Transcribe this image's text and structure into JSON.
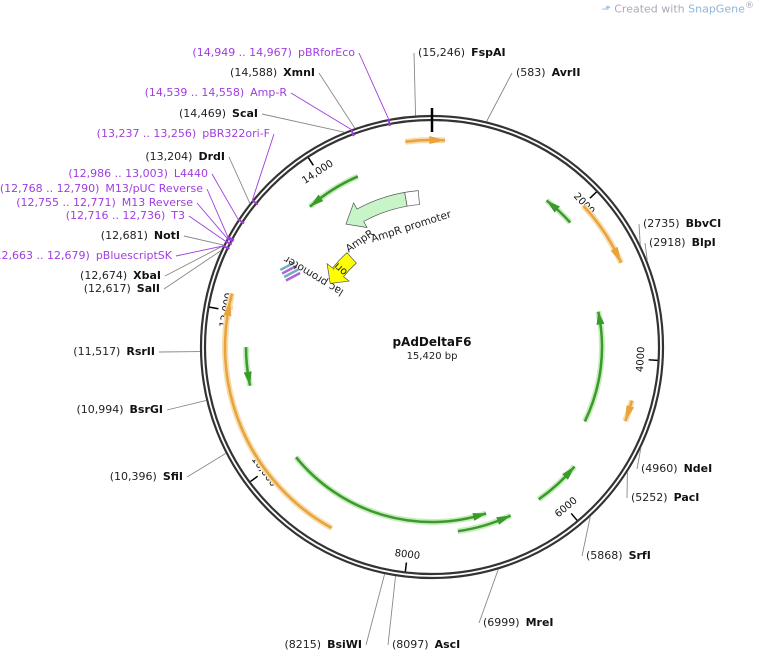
{
  "credit": {
    "prefix": "Created with ",
    "brand": "SnapGene",
    "mark": "®"
  },
  "plasmid": {
    "name": "pAdDeltaF6",
    "size_label": "15,420 bp",
    "length": 15420
  },
  "ticks": [
    "2000",
    "4000",
    "6000",
    "8000",
    "10,000",
    "12,000",
    "14,000"
  ],
  "tick_positions": [
    2000,
    4000,
    6000,
    8000,
    10000,
    12000,
    14000
  ],
  "enzymes": [
    {
      "name": "FspAI",
      "pos_label": "(15,246)",
      "bp": 15246
    },
    {
      "name": "AvrII",
      "pos_label": "(583)",
      "bp": 583
    },
    {
      "name": "BbvCI",
      "pos_label": "(2735)",
      "bp": 2735
    },
    {
      "name": "BlpI",
      "pos_label": "(2918)",
      "bp": 2918
    },
    {
      "name": "NdeI",
      "pos_label": "(4960)",
      "bp": 4960
    },
    {
      "name": "PacI",
      "pos_label": "(5252)",
      "bp": 5252
    },
    {
      "name": "SrfI",
      "pos_label": "(5868)",
      "bp": 5868
    },
    {
      "name": "MreI",
      "pos_label": "(6999)",
      "bp": 6999
    },
    {
      "name": "AscI",
      "pos_label": "(8097)",
      "bp": 8097
    },
    {
      "name": "BsiWI",
      "pos_label": "(8215)",
      "bp": 8215
    },
    {
      "name": "SfiI",
      "pos_label": "(10,396)",
      "bp": 10396
    },
    {
      "name": "BsrGI",
      "pos_label": "(10,994)",
      "bp": 10994
    },
    {
      "name": "RsrII",
      "pos_label": "(11,517)",
      "bp": 11517
    },
    {
      "name": "SalI",
      "pos_label": "(12,617)",
      "bp": 12617
    },
    {
      "name": "XbaI",
      "pos_label": "(12,674)",
      "bp": 12674
    },
    {
      "name": "NotI",
      "pos_label": "(12,681)",
      "bp": 12681
    },
    {
      "name": "DrdI",
      "pos_label": "(13,204)",
      "bp": 13204
    },
    {
      "name": "ScaI",
      "pos_label": "(14,469)",
      "bp": 14469
    },
    {
      "name": "XmnI",
      "pos_label": "(14,588)",
      "bp": 14588
    }
  ],
  "primers": [
    {
      "name": "pBRforEco",
      "pos_label": "(14,949 .. 14,967)",
      "bp": 14958
    },
    {
      "name": "Amp-R",
      "pos_label": "(14,539 .. 14,558)",
      "bp": 14548
    },
    {
      "name": "pBR322ori-F",
      "pos_label": "(13,237 .. 13,256)",
      "bp": 13246
    },
    {
      "name": "L4440",
      "pos_label": "(12,986 .. 13,003)",
      "bp": 12994
    },
    {
      "name": "M13/pUC Reverse",
      "pos_label": "(12,768 .. 12,790)",
      "bp": 12779
    },
    {
      "name": "M13 Reverse",
      "pos_label": "(12,755 .. 12,771)",
      "bp": 12763
    },
    {
      "name": "T3",
      "pos_label": "(12,716 .. 12,736)",
      "bp": 12726
    },
    {
      "name": "pBluescriptSK",
      "pos_label": "(12,663 .. 12,679)",
      "bp": 12671
    }
  ],
  "features": [
    {
      "label": "AmpR",
      "start": 13920,
      "end": 14991,
      "dir": "ccw",
      "kind": "cds",
      "color": "#c8f5c8"
    },
    {
      "label": "AmpR promoter",
      "start": 14991,
      "end": 15205,
      "dir": "none",
      "kind": "promoter",
      "color": "#ffffff"
    },
    {
      "label": "ori",
      "start": 12935,
      "end": 13620,
      "dir": "ccw",
      "kind": "ori",
      "color": "#ffff00"
    },
    {
      "label": "lac promoter",
      "start": 12750,
      "end": 12800,
      "dir": "none",
      "kind": "lac",
      "color": "#a0d0d0"
    }
  ],
  "orfs": [
    {
      "start": 15103,
      "end": 15574,
      "dir": "cw",
      "color": "#e8a33a"
    },
    {
      "start": 2013,
      "end": 2827,
      "dir": "cw",
      "color": "#e8a33a"
    },
    {
      "start": 4497,
      "end": 4754,
      "dir": "cw",
      "color": "#e8a33a"
    },
    {
      "start": 8952,
      "end": 12207,
      "dir": "cw",
      "color": "#e8a33a"
    },
    {
      "start": 11479,
      "end": 12121,
      "dir": "cw",
      "color": "#e8a33a"
    },
    {
      "start": 13663,
      "end": 14413,
      "dir": "ccw",
      "color": "#3a9a2a"
    },
    {
      "start": 1628,
      "end": 2056,
      "dir": "ccw",
      "color": "#3a9a2a"
    },
    {
      "start": 3341,
      "end": 4968,
      "dir": "ccw",
      "color": "#3a9a2a"
    },
    {
      "start": 5568,
      "end": 6210,
      "dir": "ccw",
      "color": "#3a9a2a"
    },
    {
      "start": 6939,
      "end": 9894,
      "dir": "ccw",
      "color": "#3a9a2a"
    },
    {
      "start": 6639,
      "end": 7367,
      "dir": "ccw",
      "color": "#3a9a2a"
    },
    {
      "start": 11050,
      "end": 11564,
      "dir": "ccw",
      "color": "#3a9a2a"
    }
  ]
}
